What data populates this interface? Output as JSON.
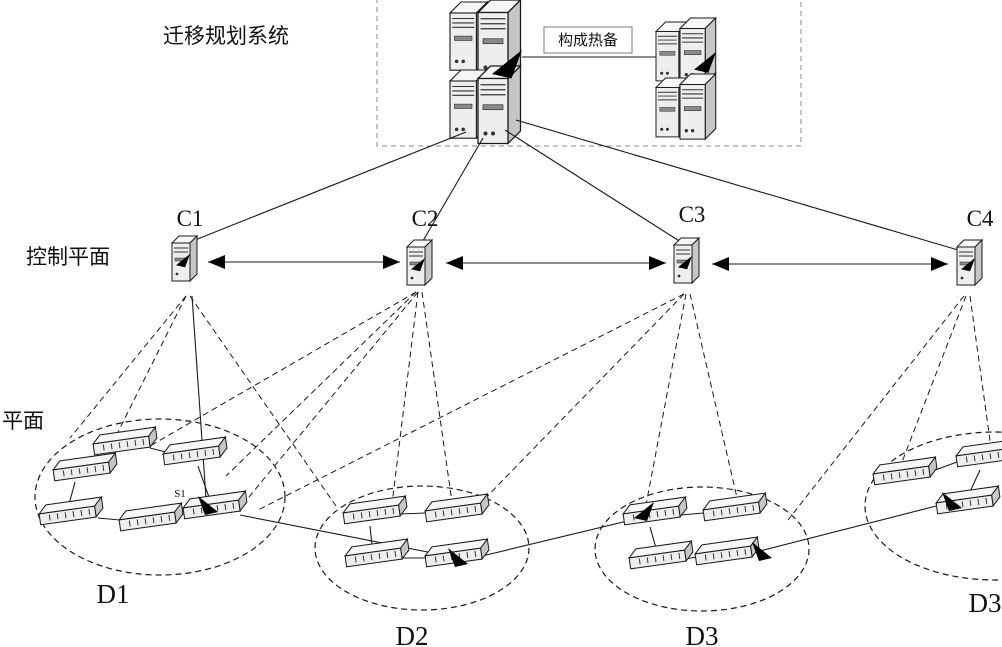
{
  "diagram": {
    "system_label": "迁移规划系统",
    "hot_backup_label": "构成热备",
    "control_plane_label": "控制平面",
    "data_plane_label": "平面",
    "controllers": [
      {
        "id": "C1"
      },
      {
        "id": "C2"
      },
      {
        "id": "C3"
      },
      {
        "id": "C4"
      }
    ],
    "domains": [
      {
        "id": "D1"
      },
      {
        "id": "D2"
      },
      {
        "id": "D3"
      },
      {
        "id": "D3"
      }
    ],
    "switch_label": "S1"
  }
}
